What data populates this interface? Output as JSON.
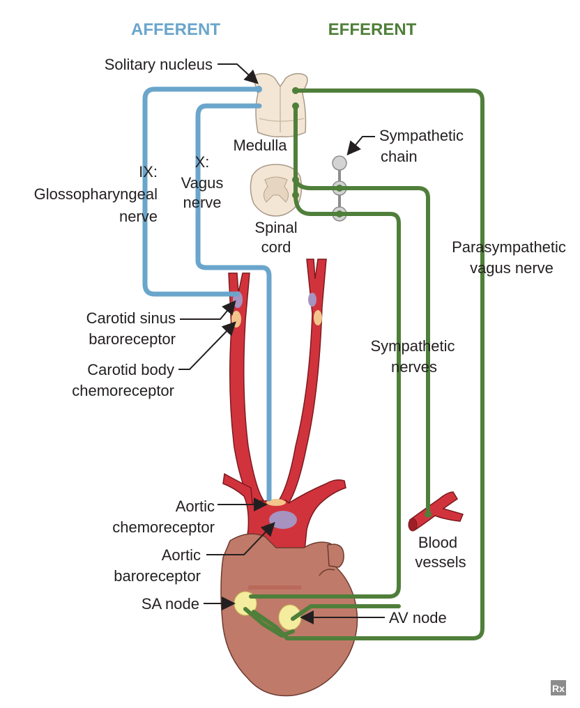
{
  "headers": {
    "afferent": "AFFERENT",
    "efferent": "EFFERENT"
  },
  "labels": {
    "solitary_nucleus": "Solitary nucleus",
    "medulla": "Medulla",
    "sympathetic_chain_1": "Sympathetic",
    "sympathetic_chain_2": "chain",
    "ix_1": "IX:",
    "ix_2": "Glossopharyngeal",
    "ix_3": "nerve",
    "x_1": "X:",
    "x_2": "Vagus",
    "x_3": "nerve",
    "spinal_1": "Spinal",
    "spinal_2": "cord",
    "parasym_1": "Parasympathetic",
    "parasym_2": "vagus nerve",
    "carotid_sinus_1": "Carotid sinus",
    "carotid_sinus_2": "baroreceptor",
    "carotid_body_1": "Carotid body",
    "carotid_body_2": "chemoreceptor",
    "sym_nerves_1": "Sympathetic",
    "sym_nerves_2": "nerves",
    "aortic_chemo_1": "Aortic",
    "aortic_chemo_2": "chemoreceptor",
    "aortic_baro_1": "Aortic",
    "aortic_baro_2": "baroreceptor",
    "blood_vessels_1": "Blood",
    "blood_vessels_2": "vessels",
    "sa_node": "SA node",
    "av_node": "AV node",
    "logo": "Rx"
  },
  "colors": {
    "afferent": "#6aa5cb",
    "efferent": "#4f7f3a",
    "artery": "#d1333c",
    "heart": "#c07a69",
    "receptor_sinus": "#a693c0",
    "receptor_body": "#f3c58a",
    "node": "#f4ec9e"
  }
}
